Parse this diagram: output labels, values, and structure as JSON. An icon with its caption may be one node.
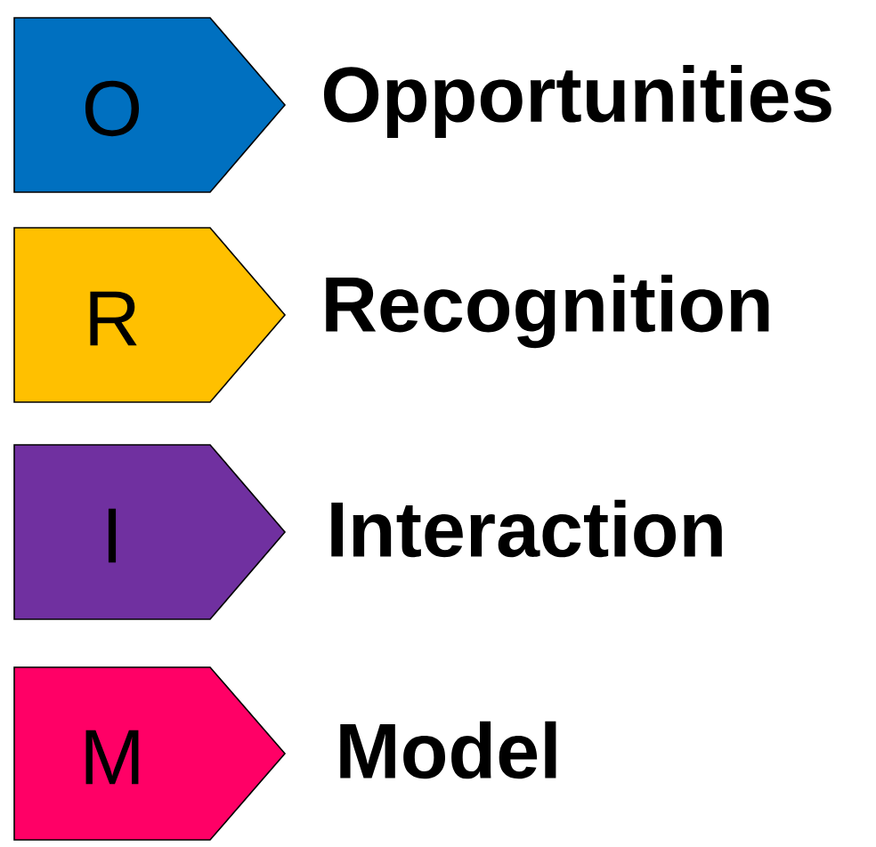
{
  "diagram": {
    "nodes": [
      {
        "text": [
          "O"
        ],
        "beside": [
          "Opportunities"
        ]
      },
      {
        "text": [
          "R"
        ],
        "beside": [
          "Recognition"
        ]
      },
      {
        "text": [
          "I"
        ],
        "beside": [
          "Interaction"
        ]
      },
      {
        "text": [
          "M"
        ],
        "beside": [
          "Model"
        ]
      }
    ]
  }
}
